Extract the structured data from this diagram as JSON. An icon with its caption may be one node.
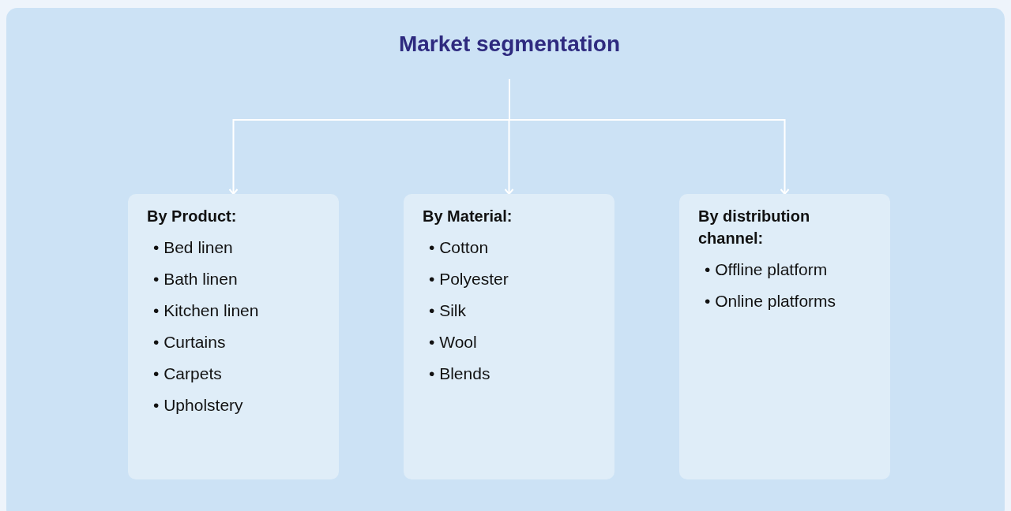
{
  "diagram": {
    "nodes": [
      {
        "text": [
          "Market segmentation"
        ]
      },
      {
        "text": [
          "By Product:",
          "• Bed linen",
          "• Bath linen",
          "• Kitchen linen",
          "• Curtains",
          "• Carpets",
          "• Upholstery"
        ]
      },
      {
        "text": [
          "By Material:",
          "• Cotton",
          "• Polyester",
          "• Silk",
          "• Wool",
          "• Blends"
        ]
      },
      {
        "text": [
          "By distribution channel:",
          "• Offline platform",
          "• Online platforms"
        ]
      }
    ],
    "edges": [
      {
        "from": 0,
        "to": 1,
        "arrow": "to"
      },
      {
        "from": 0,
        "to": 2,
        "arrow": "to"
      },
      {
        "from": 0,
        "to": 3,
        "arrow": "to"
      }
    ]
  }
}
